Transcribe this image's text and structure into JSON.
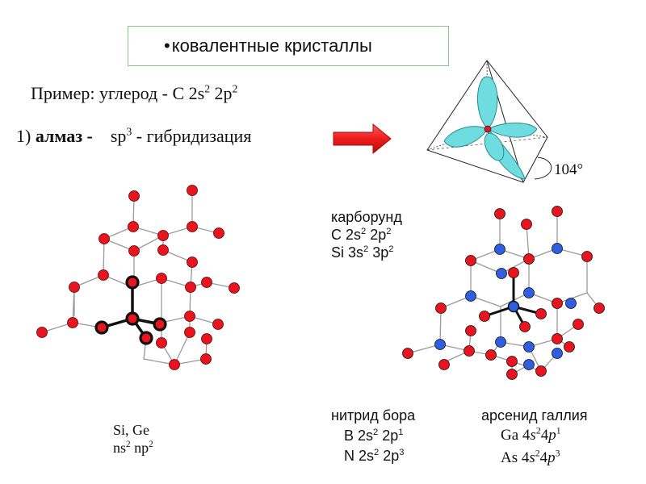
{
  "title": {
    "bullet": "•",
    "text": "ковалентные кристаллы"
  },
  "example": {
    "prefix": "Пример: углерод - С 2s",
    "sup1": "2",
    "mid": " 2p",
    "sup2": "2"
  },
  "diamond": {
    "number": "1) ",
    "name": "алмаз -",
    "sp": "sp",
    "sp_sup": "3",
    "rest": " - гибридизация"
  },
  "angle_label": "104°",
  "carborundum": {
    "name": "карборунд",
    "line1_pre": "С  2s",
    "line1_sup1": "2",
    "line1_mid": " 2p",
    "line1_sup2": "2",
    "line2_pre": "Si 3s",
    "line2_sup1": "2",
    "line2_mid": " 3p",
    "line2_sup2": "2"
  },
  "si_ge": {
    "name": "Si, Ge",
    "line_pre": "ns",
    "line_sup1": "2",
    "line_mid": " np",
    "line_sup2": "2"
  },
  "boron_nitride": {
    "name": "нитрид бора",
    "line1_pre": "B  2s",
    "line1_sup1": "2",
    "line1_mid": " 2p",
    "line1_sup2": "1",
    "line2_pre": "N 2s",
    "line2_sup1": "2",
    "line2_mid": " 2p",
    "line2_sup2": "3"
  },
  "gallium_arsenide": {
    "name": "арсенид галлия",
    "line1_pre": "Ga 4",
    "line1_s": "s",
    "line1_sup1": "2",
    "line1_n": "4",
    "line1_p": "p",
    "line1_sup2": "1",
    "line2_pre": "As 4",
    "line2_s": "s",
    "line2_sup1": "2",
    "line2_n": "4",
    "line2_p": "p",
    "line2_sup2": "3"
  },
  "colors": {
    "atom_red": "#e8141e",
    "atom_blue": "#2f5fe0",
    "bond_gray": "#9a9a9a",
    "orbital_fill": "#6fdde0",
    "arrow_red": "#ee1c1c",
    "title_border": "#8fbf8f"
  },
  "icons": {
    "arrow": "right-arrow-icon",
    "tetrahedron": "sp3-orbital-tetrahedron-icon"
  }
}
